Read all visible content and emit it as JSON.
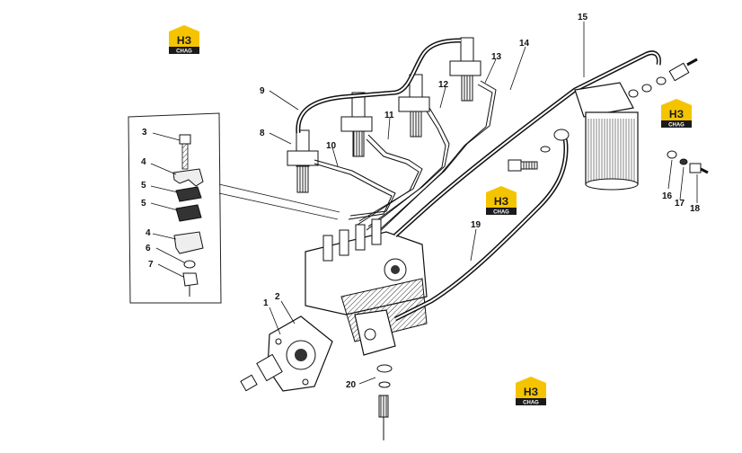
{
  "diagram": {
    "brand": {
      "logo_mark": "НЗ",
      "logo_sub": "CHAG",
      "logo_color": "#f5c400",
      "logo_dark": "#1a1a1a"
    },
    "callouts": {
      "c1": "1",
      "c2": "2",
      "c3": "3",
      "c4a": "4",
      "c4b": "4",
      "c5a": "5",
      "c5b": "5",
      "c6": "6",
      "c7": "7",
      "c8": "8",
      "c9": "9",
      "c10": "10",
      "c11": "11",
      "c12": "12",
      "c13": "13",
      "c14": "14",
      "c15": "15",
      "c16": "16",
      "c17": "17",
      "c18": "18",
      "c19": "19",
      "c20": "20"
    }
  }
}
